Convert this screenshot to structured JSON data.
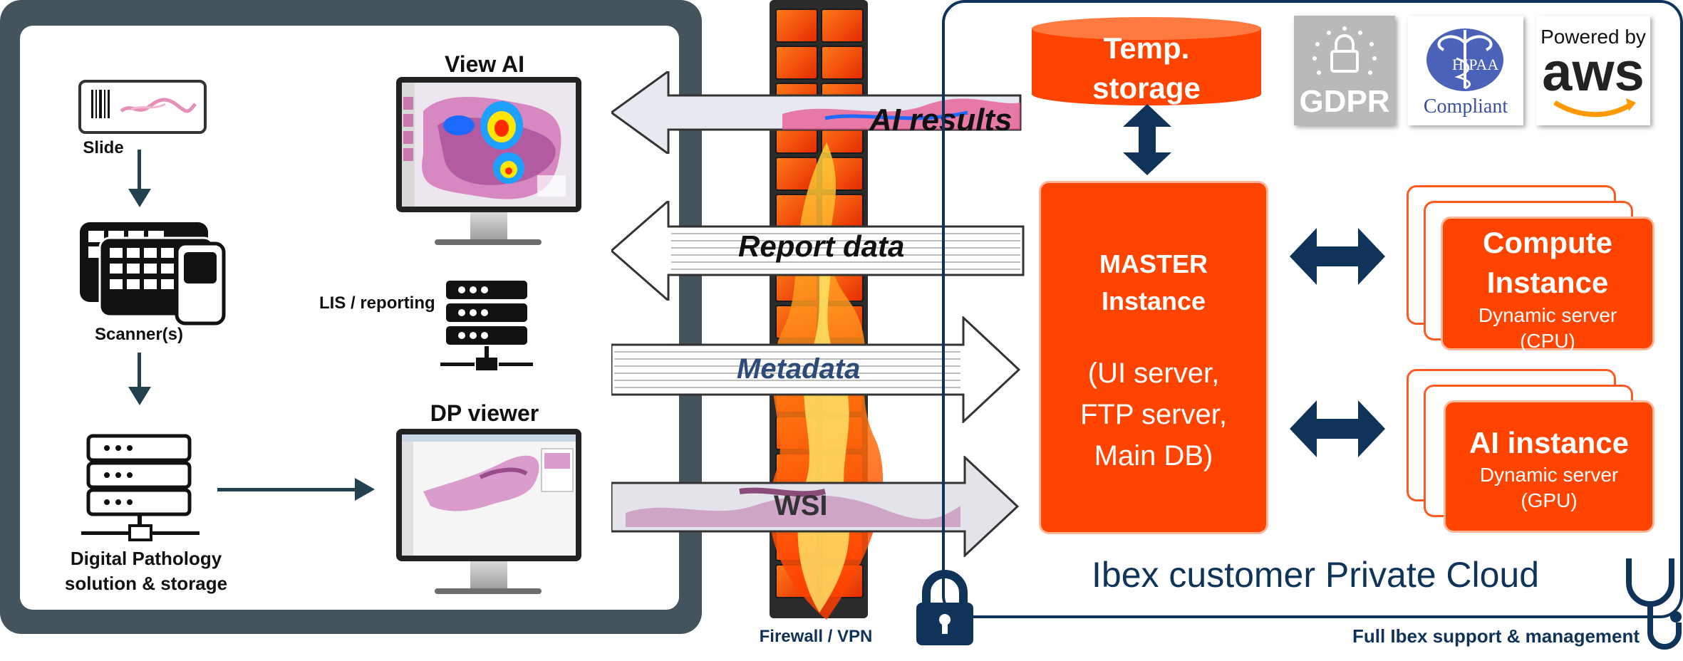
{
  "left": {
    "slide_label": "Slide",
    "scanner_label": "Scanner(s)",
    "storage_label_line1": "Digital Pathology",
    "storage_label_line2": "solution & storage",
    "view_ai_label": "View AI",
    "lis_label": "LIS / reporting",
    "dp_viewer_label": "DP viewer"
  },
  "arrows": {
    "ai_results": "AI results",
    "report_data": "Report data",
    "metadata": "Metadata",
    "wsi": "WSI"
  },
  "firewall": {
    "label": "Firewall / VPN"
  },
  "cloud": {
    "temp_storage_line1": "Temp.",
    "temp_storage_line2": "storage",
    "master_title_line1": "MASTER",
    "master_title_line2": "Instance",
    "master_line1": "(UI server,",
    "master_line2": "FTP server,",
    "master_line3": "Main DB)",
    "compute_title_line1": "Compute",
    "compute_title_line2": "Instance",
    "compute_sub_line1": "Dynamic server",
    "compute_sub_line2": "(CPU)",
    "ai_title": "AI instance",
    "ai_sub_line1": "Dynamic server",
    "ai_sub_line2": "(GPU)",
    "caption": "Ibex customer Private Cloud",
    "support_label": "Full Ibex support & management"
  },
  "badges": {
    "gdpr": "GDPR",
    "hipaa_name": "HIPAA",
    "hipaa_sub": "Compliant",
    "aws_powered": "Powered by",
    "aws_logo": "aws"
  },
  "colors": {
    "accent_orange": "#ff4400",
    "navy": "#10335a",
    "frame_gray": "#45535d"
  }
}
